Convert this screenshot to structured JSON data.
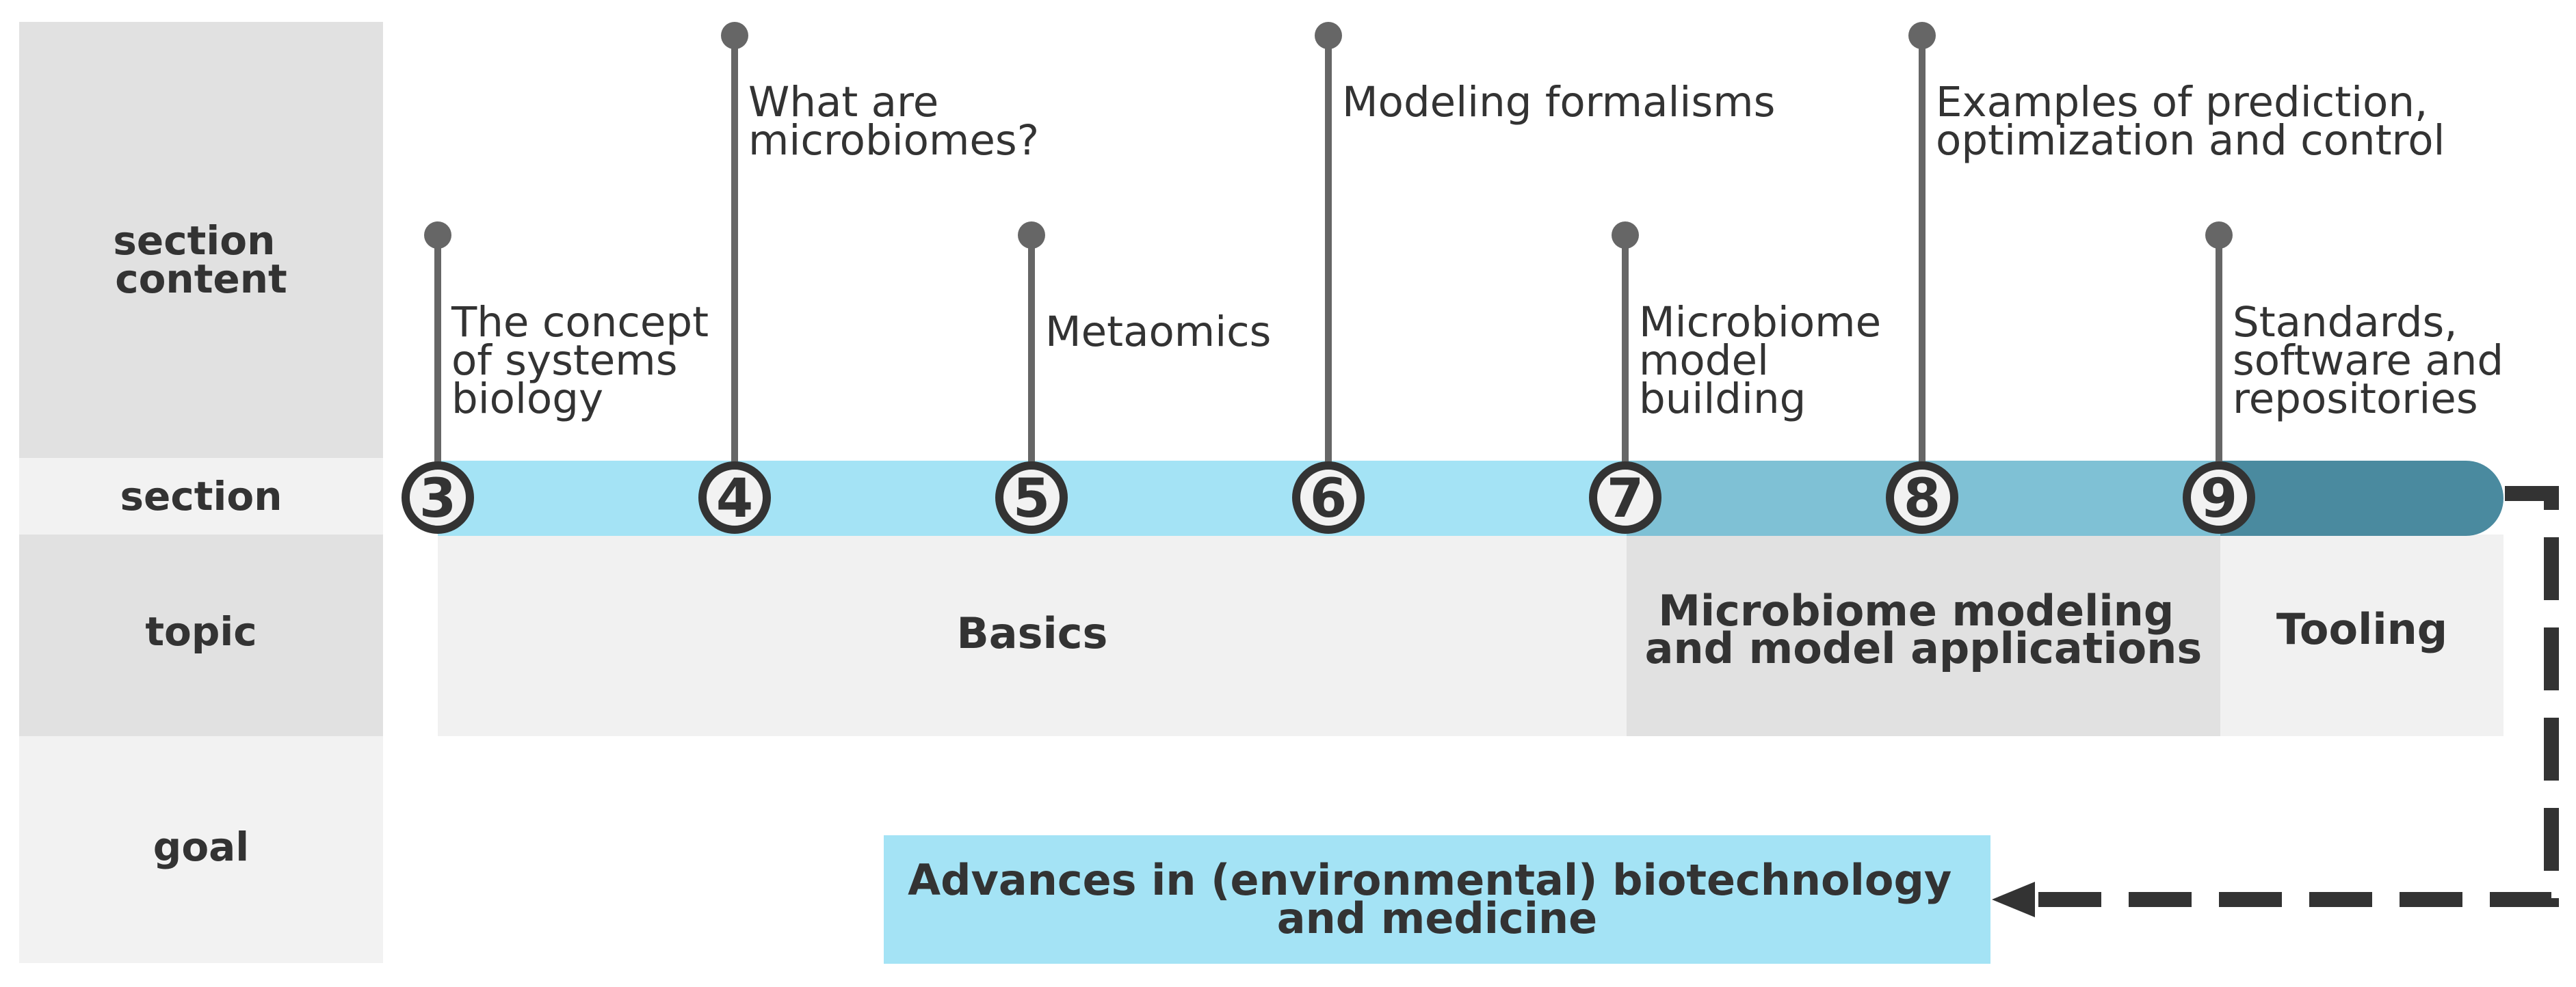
{
  "row_labels": {
    "section_content": [
      "section",
      "content"
    ],
    "section": "section",
    "topic": "topic",
    "goal": "goal"
  },
  "sections": [
    {
      "number": "3",
      "content": [
        "The concept",
        "of systems",
        "biology"
      ],
      "stem": "short"
    },
    {
      "number": "4",
      "content": [
        "What are",
        "microbiomes?"
      ],
      "stem": "tall"
    },
    {
      "number": "5",
      "content": [
        "Metaomics"
      ],
      "stem": "short"
    },
    {
      "number": "6",
      "content": [
        "Modeling formalisms"
      ],
      "stem": "tall"
    },
    {
      "number": "7",
      "content": [
        "Microbiome",
        "model",
        "building"
      ],
      "stem": "short"
    },
    {
      "number": "8",
      "content": [
        "Examples of prediction,",
        "optimization and control"
      ],
      "stem": "tall"
    },
    {
      "number": "9",
      "content": [
        "Standards,",
        "software and",
        "repositories"
      ],
      "stem": "short"
    }
  ],
  "topics": [
    {
      "label": [
        "Basics"
      ],
      "from_section": "3",
      "to_section": "7"
    },
    {
      "label": [
        "Microbiome modeling",
        "and model applications"
      ],
      "from_section": "7",
      "to_section": "9"
    },
    {
      "label": [
        "Tooling"
      ],
      "from_section": "9",
      "to_section": "end"
    }
  ],
  "goal": [
    "Advances in (environmental) biotechnology",
    "and medicine"
  ],
  "colors": {
    "label_col_dark": "#e1e1e1",
    "label_col_light": "#f2f2f2",
    "bar_basics": "#a4e3f5",
    "bar_modeling": "#7fc1d5",
    "bar_tooling": "#4a8a9f",
    "topic_basics": "#f1f1f1",
    "topic_modeling": "#e1e1e1",
    "topic_tooling": "#f1f1f1",
    "goal_box": "#a4e3f5",
    "stem": "#666666",
    "text": "#333333",
    "arrow": "#333333"
  }
}
